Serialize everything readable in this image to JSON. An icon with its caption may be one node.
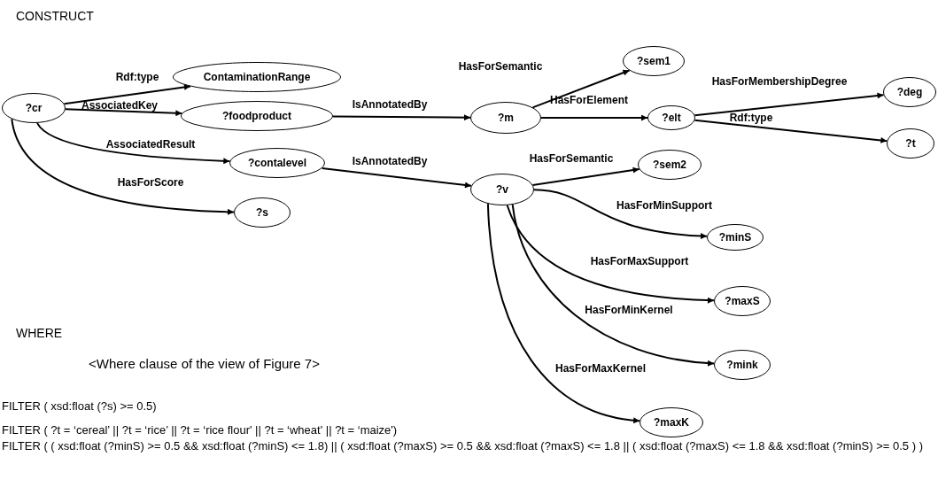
{
  "diagram": {
    "nodes": [
      {
        "text": [
          "?cr"
        ]
      },
      {
        "text": [
          "ContaminationRange"
        ]
      },
      {
        "text": [
          "?foodproduct"
        ]
      },
      {
        "text": [
          "?contalevel"
        ]
      },
      {
        "text": [
          "?s"
        ]
      },
      {
        "text": [
          "?m"
        ]
      },
      {
        "text": [
          "?sem1"
        ]
      },
      {
        "text": [
          "?elt"
        ]
      },
      {
        "text": [
          "?deg"
        ]
      },
      {
        "text": [
          "?t"
        ]
      },
      {
        "text": [
          "?v"
        ]
      },
      {
        "text": [
          "?sem2"
        ]
      },
      {
        "text": [
          "?minS"
        ]
      },
      {
        "text": [
          "?maxS"
        ]
      },
      {
        "text": [
          "?mink"
        ]
      },
      {
        "text": [
          "?maxK"
        ]
      }
    ],
    "edges": [
      {
        "from": 0,
        "to": 1,
        "arrow": "to",
        "label": "Rdf:type"
      },
      {
        "from": 0,
        "to": 2,
        "arrow": "to",
        "label": "AssociatedKey"
      },
      {
        "from": 0,
        "to": 3,
        "arrow": "to",
        "label": "AssociatedResult"
      },
      {
        "from": 0,
        "to": 4,
        "arrow": "to",
        "label": "HasForScore"
      },
      {
        "from": 2,
        "to": 5,
        "arrow": "to",
        "label": "IsAnnotatedBy"
      },
      {
        "from": 3,
        "to": 10,
        "arrow": "to",
        "label": "IsAnnotatedBy"
      },
      {
        "from": 5,
        "to": 6,
        "arrow": "to",
        "label": "HasForSemantic"
      },
      {
        "from": 5,
        "to": 7,
        "arrow": "to",
        "label": "HasForElement"
      },
      {
        "from": 7,
        "to": 8,
        "arrow": "to",
        "label": "HasForMembershipDegree"
      },
      {
        "from": 7,
        "to": 9,
        "arrow": "to",
        "label": "Rdf:type"
      },
      {
        "from": 10,
        "to": 11,
        "arrow": "to",
        "label": "HasForSemantic"
      },
      {
        "from": 10,
        "to": 12,
        "arrow": "to",
        "label": "HasForMinSupport"
      },
      {
        "from": 10,
        "to": 13,
        "arrow": "to",
        "label": "HasForMaxSupport"
      },
      {
        "from": 10,
        "to": 14,
        "arrow": "to",
        "label": "HasForMinKernel"
      },
      {
        "from": 10,
        "to": 15,
        "arrow": "to",
        "label": "HasForMaxKernel"
      }
    ],
    "labels": [
      "CONSTRUCT",
      "WHERE",
      "<Where clause of the view of Figure 7>",
      "FILTER ( xsd:float (?s) >= 0.5)",
      "FILTER ( ?t = ‘cereal’ || ?t = ‘rice’ || ?t = ‘rice flour' || ?t = ‘wheat' || ?t = ‘maize')",
      "FILTER ( ( xsd:float (?minS) >= 0.5 && xsd:float (?minS) <= 1.8) || ( xsd:float (?maxS) >= 0.5 && xsd:float (?maxS) <= 1.8 || ( xsd:float (?maxS) <= 1.8 && xsd:float (?minS) >= 0.5 ) )"
    ]
  }
}
